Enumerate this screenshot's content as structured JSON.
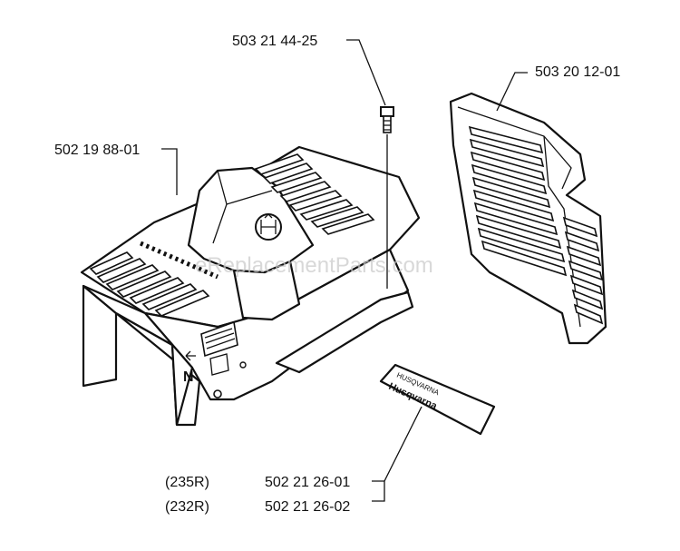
{
  "watermark": "eReplacementParts.com",
  "parts": {
    "screw": "503 21 44-25",
    "cover": "502 19 88-01",
    "air_filter_cover": "503 20 12-01",
    "decal_235r": "502 21 26-01",
    "decal_232r": "502 21 26-02"
  },
  "models": {
    "m235r": "(235R)",
    "m232r": "(232R)"
  },
  "decal_text": {
    "line1": "Husqvarna",
    "line2": "HUSQVARNA"
  },
  "cover_marks": {
    "letter": "N"
  }
}
